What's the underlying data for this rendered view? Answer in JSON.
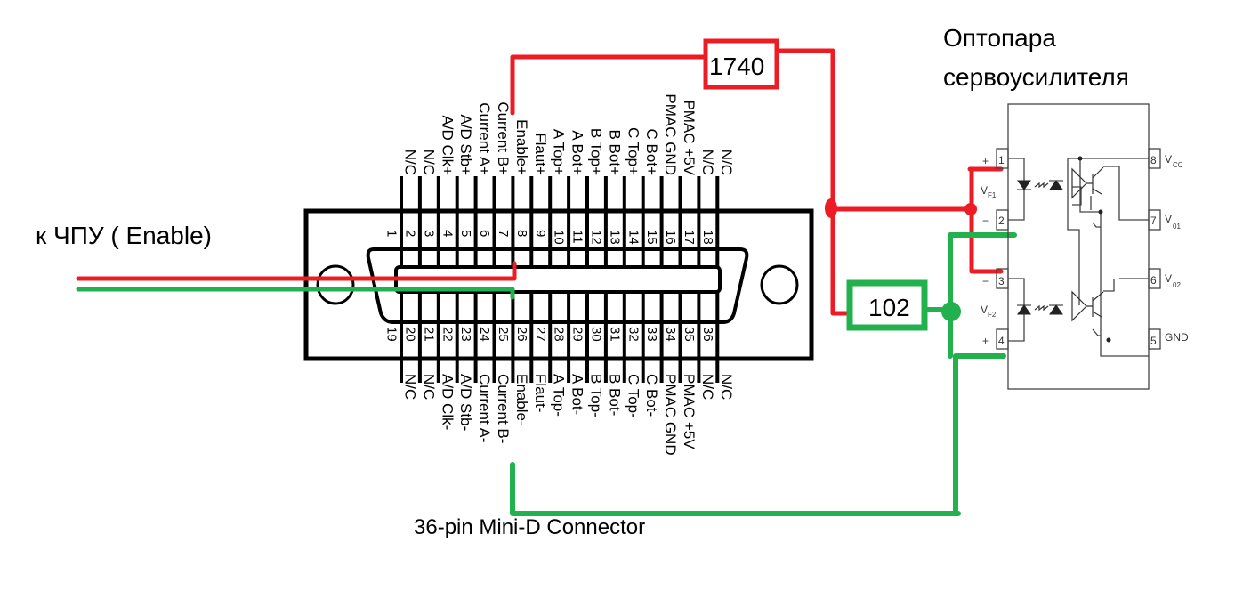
{
  "title": "Оптопара сервоусилителя",
  "title_lines": [
    "Оптопара",
    "сервоусилителя"
  ],
  "cnc_label": "к ЧПУ  ( Enable)",
  "connector_caption": "36-pin Mini-D Connector",
  "resistors": {
    "r_red": "1740",
    "r_green": "102"
  },
  "colors": {
    "red_wire": "#ed1c24",
    "green_wire": "#22b14c",
    "outline": "#000000"
  },
  "top_pins": [
    {
      "num": "1",
      "name": ""
    },
    {
      "num": "2",
      "name": "N/C"
    },
    {
      "num": "3",
      "name": "N/C"
    },
    {
      "num": "4",
      "name": "A/D Clk+"
    },
    {
      "num": "5",
      "name": "A/D Stb+"
    },
    {
      "num": "6",
      "name": "Current A+"
    },
    {
      "num": "7",
      "name": "Current B+"
    },
    {
      "num": "8",
      "name": "Enable+"
    },
    {
      "num": "9",
      "name": "Flaut+"
    },
    {
      "num": "10",
      "name": "A Top+"
    },
    {
      "num": "11",
      "name": "A Bot+"
    },
    {
      "num": "12",
      "name": "B Top+"
    },
    {
      "num": "13",
      "name": "B Bot+"
    },
    {
      "num": "14",
      "name": "C Top+"
    },
    {
      "num": "15",
      "name": "C Bot+"
    },
    {
      "num": "16",
      "name": "PMAC GND"
    },
    {
      "num": "17",
      "name": "PMAC +5V"
    },
    {
      "num": "18",
      "name": "N/C"
    },
    {
      "num": "",
      "name": "N/C"
    }
  ],
  "bottom_pins": [
    {
      "num": "19",
      "name": ""
    },
    {
      "num": "20",
      "name": "N/C"
    },
    {
      "num": "21",
      "name": "N/C"
    },
    {
      "num": "22",
      "name": "A/D Clk-"
    },
    {
      "num": "23",
      "name": "A/D Stb-"
    },
    {
      "num": "24",
      "name": "Current A-"
    },
    {
      "num": "25",
      "name": "Current B-"
    },
    {
      "num": "26",
      "name": "Enable-"
    },
    {
      "num": "27",
      "name": "Flaut-"
    },
    {
      "num": "28",
      "name": "A Top-"
    },
    {
      "num": "29",
      "name": "A Bot-"
    },
    {
      "num": "30",
      "name": "B Top-"
    },
    {
      "num": "31",
      "name": "B Bot-"
    },
    {
      "num": "32",
      "name": "C Top-"
    },
    {
      "num": "33",
      "name": "C Bot-"
    },
    {
      "num": "34",
      "name": "PMAC GND"
    },
    {
      "num": "35",
      "name": "PMAC +5V"
    },
    {
      "num": "36",
      "name": "N/C"
    },
    {
      "num": "",
      "name": "N/C"
    }
  ],
  "optocoupler": {
    "pins_left": [
      {
        "num": "1",
        "sign": "+"
      },
      {
        "num": "2",
        "sign": "−"
      },
      {
        "num": "3",
        "sign": "−"
      },
      {
        "num": "4",
        "sign": "+"
      }
    ],
    "pins_right": [
      {
        "num": "8",
        "label": "V",
        "sub": "CC"
      },
      {
        "num": "7",
        "label": "V",
        "sub": "01"
      },
      {
        "num": "6",
        "label": "V",
        "sub": "02"
      },
      {
        "num": "5",
        "label": "GND",
        "sub": ""
      }
    ],
    "vf1": {
      "label": "V",
      "sub": "F1"
    },
    "vf2": {
      "label": "V",
      "sub": "F2"
    }
  }
}
